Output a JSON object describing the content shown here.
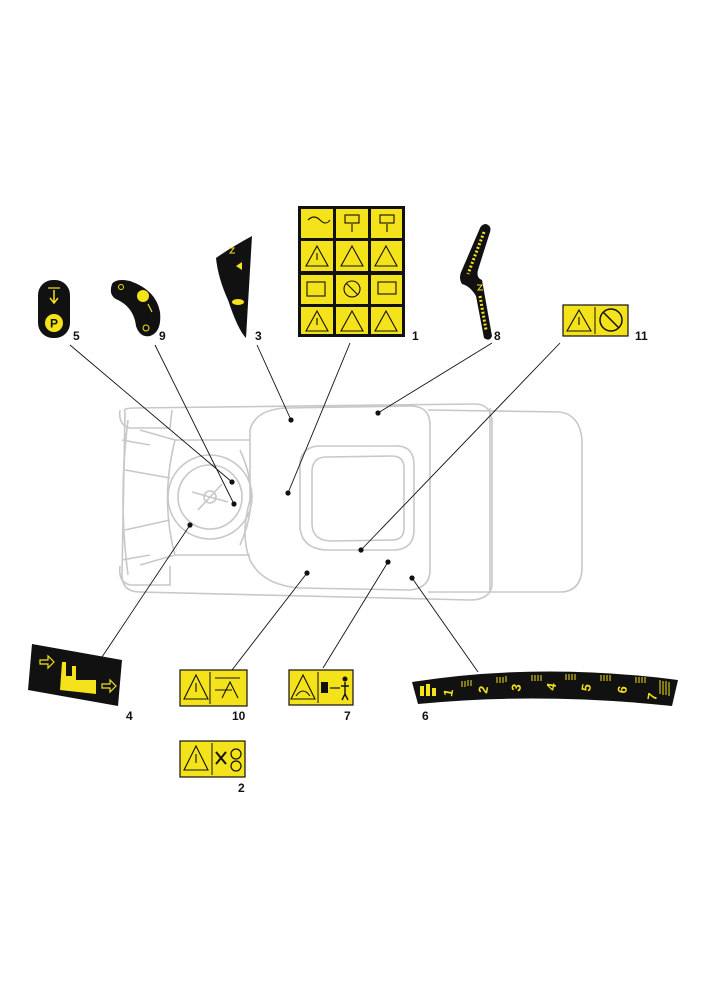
{
  "callouts": {
    "c1": "1",
    "c2": "2",
    "c3": "3",
    "c4": "4",
    "c5": "5",
    "c6": "6",
    "c7": "7",
    "c8": "8",
    "c9": "9",
    "c10": "10",
    "c11": "11"
  },
  "cutting_height_scale": [
    "1",
    "2",
    "3",
    "4",
    "5",
    "6",
    "7"
  ],
  "colors": {
    "label_yellow": "#f4e21a",
    "label_black": "#111111",
    "outline_grey": "#c8c8c8"
  },
  "icons": [
    "warning-triangle-icon",
    "parking-brake-icon",
    "ignition-key-icon",
    "rabbit-speed-icon",
    "turtle-speed-icon",
    "hydrostatic-lever-icon",
    "grass-collector-icon",
    "no-passenger-icon",
    "operator-distance-icon",
    "cutting-height-icon"
  ]
}
